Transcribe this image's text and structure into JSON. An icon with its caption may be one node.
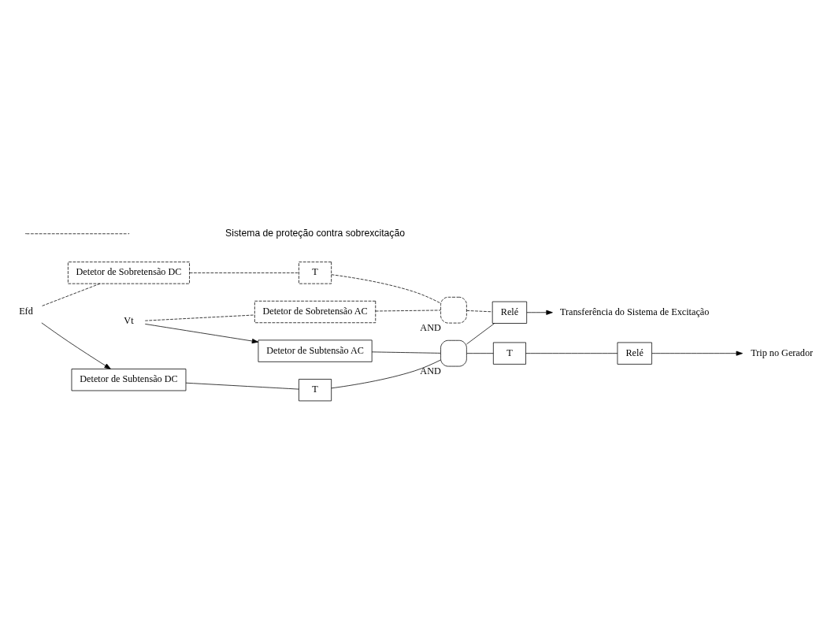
{
  "diagram": {
    "nodes": [
      {
        "text": [
          "Detetor de Sobretensão DC"
        ]
      },
      {
        "text": [
          "T"
        ]
      },
      {
        "text": [],
        "shape": "gate",
        "beside": [
          "AND"
        ]
      },
      {
        "text": [
          "Relé"
        ]
      },
      {
        "text": [
          "Efd"
        ]
      },
      {
        "text": [
          "Detetor de Subtensão DC"
        ]
      },
      {
        "text": [
          "T"
        ]
      },
      {
        "text": [
          "Transferência do Sistema de Excitação"
        ]
      },
      {
        "text": [
          "Detetor de Sobretensão AC"
        ]
      },
      {
        "text": [],
        "shape": "gate",
        "beside": [
          "AND"
        ]
      },
      {
        "text": [
          "T"
        ]
      },
      {
        "text": [
          "Relé"
        ]
      },
      {
        "text": [
          "Vt"
        ]
      },
      {
        "text": [
          "Detetor de Subtensão AC"
        ]
      },
      {
        "text": [
          "Trip no Gerador"
        ]
      }
    ],
    "edges": [
      {
        "from": 4,
        "to": 5,
        "arrow": "to"
      },
      {
        "from": 4,
        "to": 0,
        "arrow": "none",
        "style": "dashed"
      },
      {
        "from": 0,
        "to": 1,
        "arrow": "none",
        "style": "dashed"
      },
      {
        "from": 1,
        "to": 2,
        "arrow": "none",
        "style": "dashed"
      },
      {
        "from": 8,
        "to": 2,
        "arrow": "none",
        "style": "dashed"
      },
      {
        "from": 2,
        "to": 3,
        "arrow": "none",
        "style": "dashed"
      },
      {
        "from": 5,
        "to": 6,
        "arrow": "none"
      },
      {
        "from": 6,
        "to": 9,
        "arrow": "none"
      },
      {
        "from": 13,
        "to": 9,
        "arrow": "none"
      },
      {
        "from": 9,
        "to": 10,
        "arrow": "none"
      },
      {
        "from": 10,
        "to": 11,
        "arrow": "none"
      },
      {
        "from": 9,
        "to": 3,
        "arrow": "none"
      },
      {
        "from": 3,
        "to": 7,
        "arrow": "to"
      },
      {
        "from": 11,
        "to": 14,
        "arrow": "to"
      },
      {
        "from": 12,
        "to": 13,
        "arrow": "to"
      },
      {
        "from": 12,
        "to": 8,
        "arrow": "none",
        "style": "dashed"
      }
    ],
    "legend": [
      {
        "text": "Sistema de proteção contra sobrexcitação"
      }
    ]
  }
}
